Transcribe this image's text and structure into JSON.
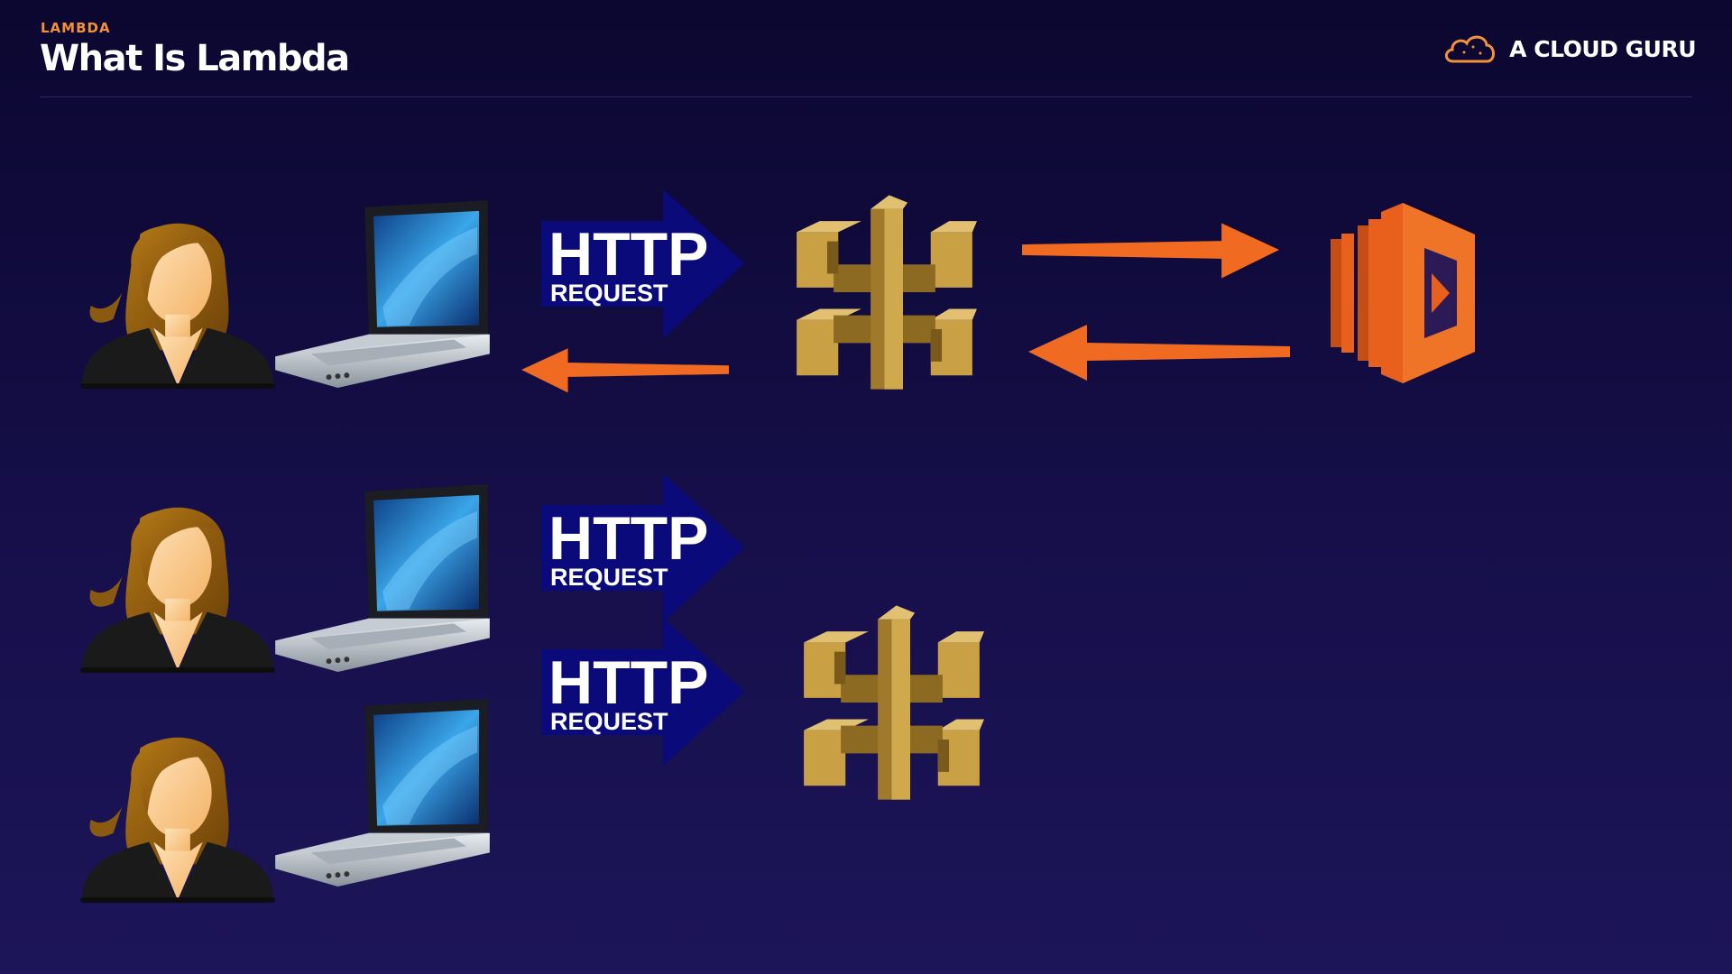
{
  "header": {
    "section_label": "LAMBDA",
    "title": "What Is Lambda",
    "brand_name": "A CLOUD GURU",
    "brand_icon": "cloud-icon"
  },
  "labels": {
    "http_main": "HTTP",
    "http_sub": "REQUEST"
  },
  "colors": {
    "background_top": "#0b0730",
    "background_bottom": "#1c1558",
    "accent_orange": "#f2913a",
    "arrow_orange": "#f06a22",
    "http_arrow_blue": "#0a0a7a",
    "gateway_gold": "#c9a044",
    "lambda_orange": "#e8601c"
  },
  "icons": [
    "user-icon",
    "laptop-icon",
    "http-request-arrow",
    "api-gateway-icon",
    "lambda-icon",
    "orange-arrow-right",
    "orange-arrow-left"
  ]
}
